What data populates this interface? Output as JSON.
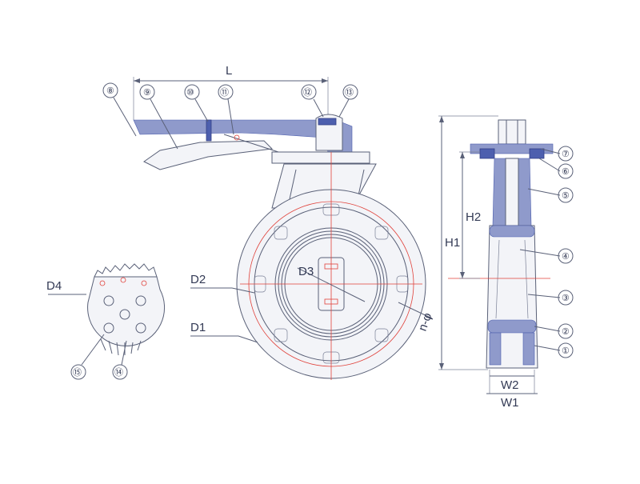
{
  "dimensions": {
    "L": "L",
    "H1": "H1",
    "H2": "H2",
    "D1": "D1",
    "D2": "D2",
    "D3": "D3",
    "D4": "D4",
    "W1": "W1",
    "W2": "W2",
    "n_phi": "n-φ"
  },
  "balloons": [
    "①",
    "②",
    "③",
    "④",
    "⑤",
    "⑥",
    "⑦",
    "⑧",
    "⑨",
    "⑩",
    "⑪",
    "⑫",
    "⑬",
    "⑭",
    "⑮"
  ],
  "colors": {
    "line": "#5a6178",
    "center_line": "#e0413a",
    "part_fill": "#4d5fae",
    "hatch_fill": "#8f9acb"
  }
}
